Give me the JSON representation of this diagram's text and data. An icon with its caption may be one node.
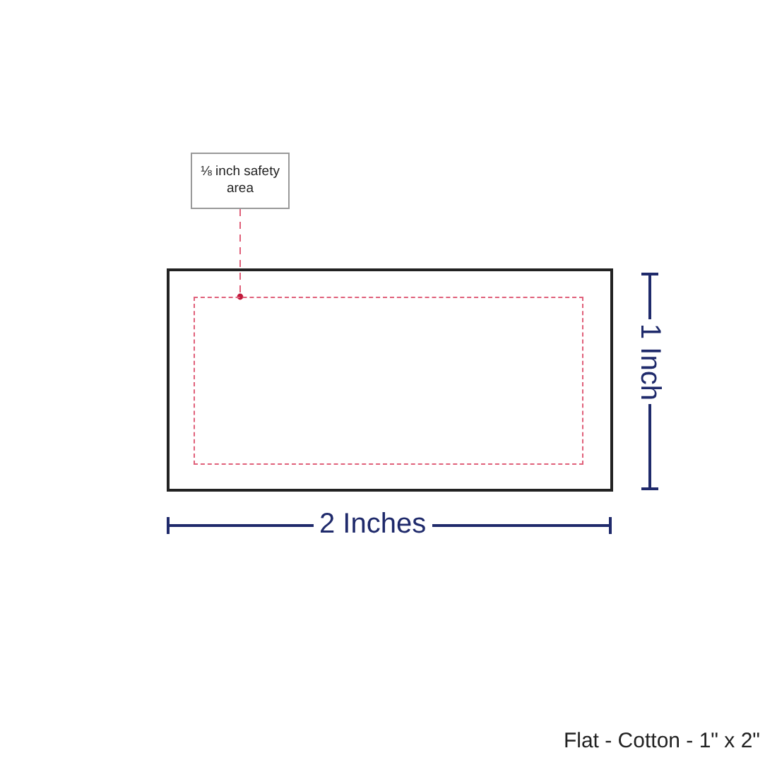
{
  "diagram": {
    "caption": "Flat - Cotton - 1\" x 2\"",
    "nodes": [
      {
        "text": [],
        "shape": "box"
      },
      {
        "text": [],
        "shape": "box",
        "in": 0
      },
      {
        "text": [
          "⅛ inch safety area"
        ]
      }
    ],
    "edges": [
      {
        "from": 2,
        "to": 1,
        "arrow": "other",
        "style": "dashed"
      }
    ],
    "labels": [
      "1 Inch",
      "2 Inches"
    ]
  }
}
